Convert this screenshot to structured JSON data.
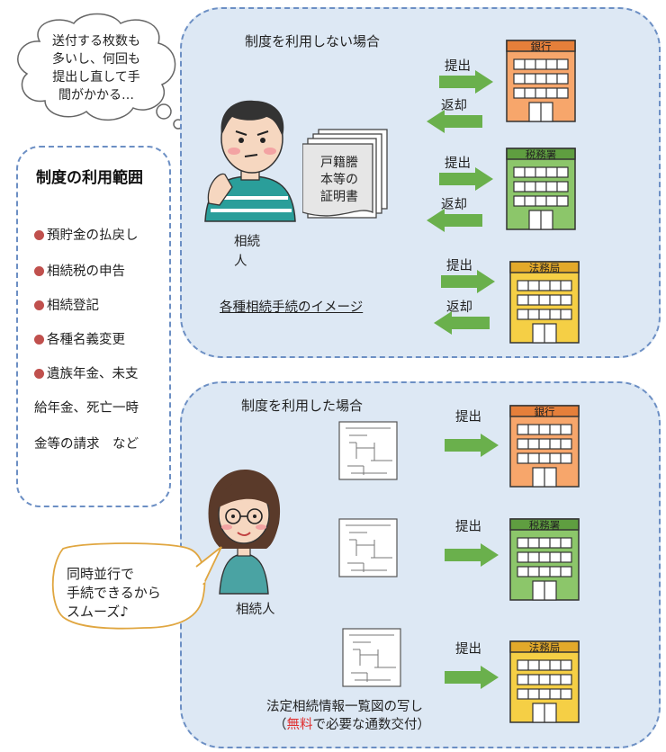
{
  "thought_cloud": {
    "lines": [
      "送付する枚数も",
      "多いし、何回も",
      "提出し直して手",
      "間がかかる…"
    ]
  },
  "scope_box": {
    "title": "制度の利用範囲",
    "items": [
      "預貯金の払戻し",
      "相続税の申告",
      "相続登記",
      "各種名義変更",
      "遺族年金、未支"
    ],
    "continuation": [
      "給年金、死亡一時",
      "金等の請求　など"
    ]
  },
  "without_system": {
    "title": "制度を利用しない場合",
    "person_label": "相続人",
    "document_stack": [
      "戸籍謄",
      "本等の",
      "証明書"
    ],
    "caption": "各種相続手続のイメージ",
    "submit_label": "提出",
    "return_label": "返却",
    "institutions": [
      "銀行",
      "税務署",
      "法務局"
    ]
  },
  "with_system": {
    "title": "制度を利用した場合",
    "person_label": "相続人",
    "speech": [
      "同時並行で",
      "手続できるから",
      "スムーズ♪"
    ],
    "submit_label": "提出",
    "institutions": [
      "銀行",
      "税務署",
      "法務局"
    ],
    "caption_line1": "法定相続情報一覧図の写し",
    "caption_open": "（",
    "caption_red": "無料",
    "caption_rest": "で必要な通数交付）"
  },
  "colors": {
    "panel_fill": "#dde8f4",
    "panel_border": "#6c8fc4",
    "arrow": "#6ab04c",
    "bank": "#f7a66b",
    "tax_office": "#8cc66a",
    "legal_affairs": "#f5cf45",
    "bullet": "#c0504d",
    "free_text": "#e03030"
  }
}
